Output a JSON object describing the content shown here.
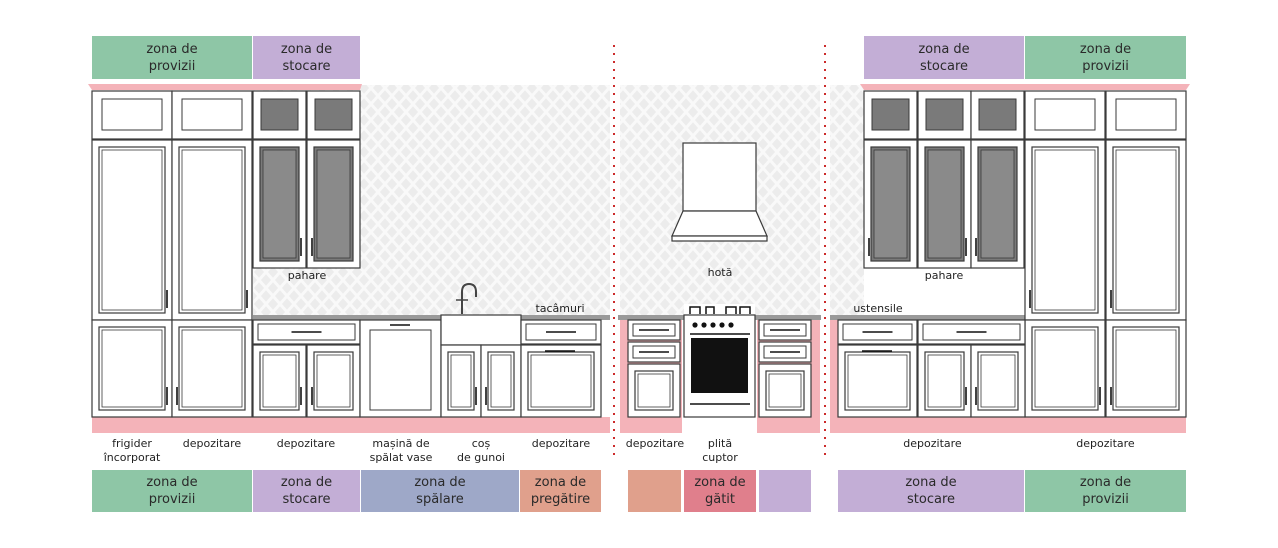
{
  "colors": {
    "provizii": "#8ec6a6",
    "stocare": "#c3aed6",
    "spalare": "#9ea8c8",
    "pregatire": "#e0a08c",
    "gatit": "#e07f8c",
    "cabinet_base": "#f4b3b9",
    "divider": "#cc2b2b",
    "tile": "#e2e2e2",
    "countertop": "#9a9a9a"
  },
  "top_zones": {
    "left": [
      {
        "label": "zona de\nprovizii",
        "color": "provizii"
      },
      {
        "label": "zona de\nstocare",
        "color": "stocare"
      }
    ],
    "right": [
      {
        "label": "zona de\nstocare",
        "color": "stocare"
      },
      {
        "label": "zona de\nprovizii",
        "color": "provizii"
      }
    ]
  },
  "item_labels": {
    "pahare_left": "pahare",
    "tacamuri": "tacâmuri",
    "hota": "hotă",
    "ustensile": "ustensile",
    "pahare_right": "pahare"
  },
  "bottom_labels": {
    "frigider": "frigider\nîncorporat",
    "depozitare_1": "depozitare",
    "depozitare_2": "depozitare",
    "masina": "mașină de\nspălat vase",
    "cos": "coș\nde gunoi",
    "depozitare_3": "depozitare",
    "depozitare_4": "depozitare",
    "plita": "plită\ncuptor",
    "depozitare_5": "depozitare",
    "depozitare_6": "depozitare"
  },
  "bottom_zones": {
    "provizii_left": {
      "label": "zona de\nprovizii",
      "color": "provizii"
    },
    "stocare_left": {
      "label": "zona de\nstocare",
      "color": "stocare"
    },
    "spalare": {
      "label": "zona de\nspălare",
      "color": "spalare"
    },
    "pregatire": {
      "label": "zona de\npregătire",
      "color": "pregatire"
    },
    "gatit_left": {
      "label": "",
      "color": "pregatire"
    },
    "gatit": {
      "label": "zona de\ngătit",
      "color": "gatit"
    },
    "gatit_right": {
      "label": "",
      "color": "stocare"
    },
    "stocare_right": {
      "label": "zona de\nstocare",
      "color": "stocare"
    },
    "provizii_right": {
      "label": "zona de\nprovizii",
      "color": "provizii"
    }
  }
}
